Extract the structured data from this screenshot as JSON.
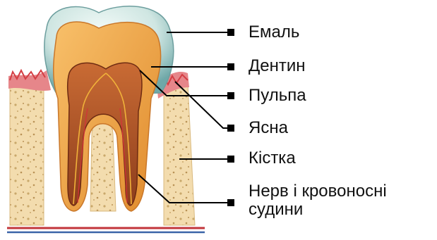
{
  "diagram": {
    "labels": [
      {
        "text": "Емаль"
      },
      {
        "text": "Дентин"
      },
      {
        "text": "Пульпа"
      },
      {
        "text": "Ясна"
      },
      {
        "text": "Кістка"
      },
      {
        "text": "Нерв і кровоносні",
        "text2": "судини"
      }
    ],
    "colors": {
      "enamel": "#cfe6e2",
      "dentin": "#f2a948",
      "pulp": "#a8542a",
      "gum": "#e6868a",
      "bone": "#f3dcae",
      "bone_spots": "#c9a86b",
      "leader": "#000000"
    }
  }
}
